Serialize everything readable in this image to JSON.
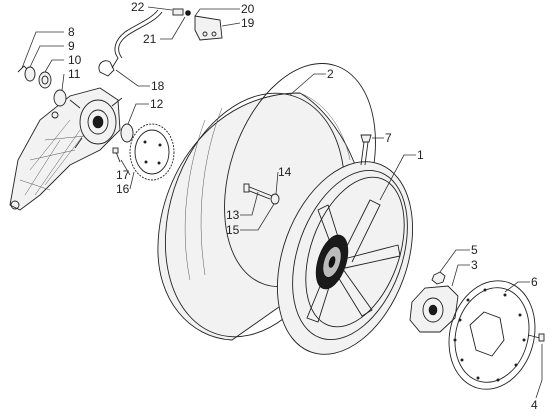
{
  "callouts": [
    {
      "id": "callout-1",
      "label": "1"
    },
    {
      "id": "callout-2",
      "label": "2"
    },
    {
      "id": "callout-3",
      "label": "3"
    },
    {
      "id": "callout-4",
      "label": "4"
    },
    {
      "id": "callout-5",
      "label": "5"
    },
    {
      "id": "callout-6",
      "label": "6"
    },
    {
      "id": "callout-7",
      "label": "7"
    },
    {
      "id": "callout-8",
      "label": "8"
    },
    {
      "id": "callout-9",
      "label": "9"
    },
    {
      "id": "callout-10",
      "label": "10"
    },
    {
      "id": "callout-11",
      "label": "11"
    },
    {
      "id": "callout-12",
      "label": "12"
    },
    {
      "id": "callout-13",
      "label": "13"
    },
    {
      "id": "callout-14",
      "label": "14"
    },
    {
      "id": "callout-15",
      "label": "15"
    },
    {
      "id": "callout-16",
      "label": "16"
    },
    {
      "id": "callout-17",
      "label": "17"
    },
    {
      "id": "callout-18",
      "label": "18"
    },
    {
      "id": "callout-19",
      "label": "19"
    },
    {
      "id": "callout-20",
      "label": "20"
    },
    {
      "id": "callout-21",
      "label": "21"
    },
    {
      "id": "callout-22",
      "label": "22"
    }
  ]
}
